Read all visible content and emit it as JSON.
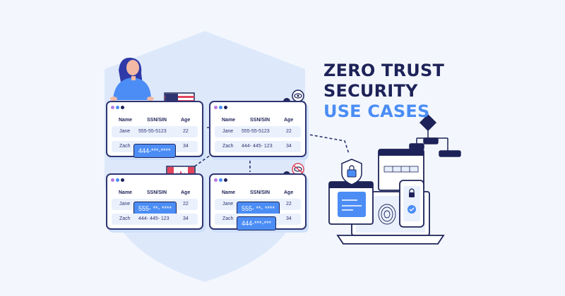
{
  "title": {
    "line1": "ZERO TRUST",
    "line2": "SECURITY",
    "line3": "USE CASES"
  },
  "colors": {
    "navy": "#1d2358",
    "blue": "#4b8df5",
    "light": "#e7effc",
    "purple": "#b77be2",
    "flag_red": "#e2445c"
  },
  "cards": [
    {
      "headers": [
        "Name",
        "SSN/SIN",
        "Age"
      ],
      "rows": [
        {
          "name": "Jane",
          "ssn": "555-55-5123",
          "age": "22"
        },
        {
          "name": "Zach",
          "ssn": "444-***-****",
          "age": "34"
        }
      ]
    },
    {
      "headers": [
        "Name",
        "SSN/SIN",
        "Age"
      ],
      "rows": [
        {
          "name": "Jane",
          "ssn": "555-55-5123",
          "age": "22"
        },
        {
          "name": "Zach",
          "ssn": "444- 445- 123",
          "age": "34"
        }
      ]
    },
    {
      "headers": [
        "Name",
        "SSN/SIN",
        "Age"
      ],
      "rows": [
        {
          "name": "Jane",
          "ssn": "555- **- ****",
          "age": "22"
        },
        {
          "name": "Zach",
          "ssn": "444- 445- 123",
          "age": "34"
        }
      ]
    },
    {
      "headers": [
        "Name",
        "SSN/SIN",
        "Age"
      ],
      "rows": [
        {
          "name": "Jane",
          "ssn": "555- **- ****",
          "age": "22"
        },
        {
          "name": "Zach",
          "ssn": "444-***-***",
          "age": "34"
        }
      ]
    }
  ],
  "icons": [
    "shield-icon",
    "person-icon",
    "us-flag-icon",
    "canada-flag-icon",
    "eye-icon",
    "eye-slash-icon",
    "lock-icon",
    "fingerprint-icon",
    "phone-icon",
    "laptop-icon",
    "flowchart-icon",
    "browser-window-icon"
  ]
}
